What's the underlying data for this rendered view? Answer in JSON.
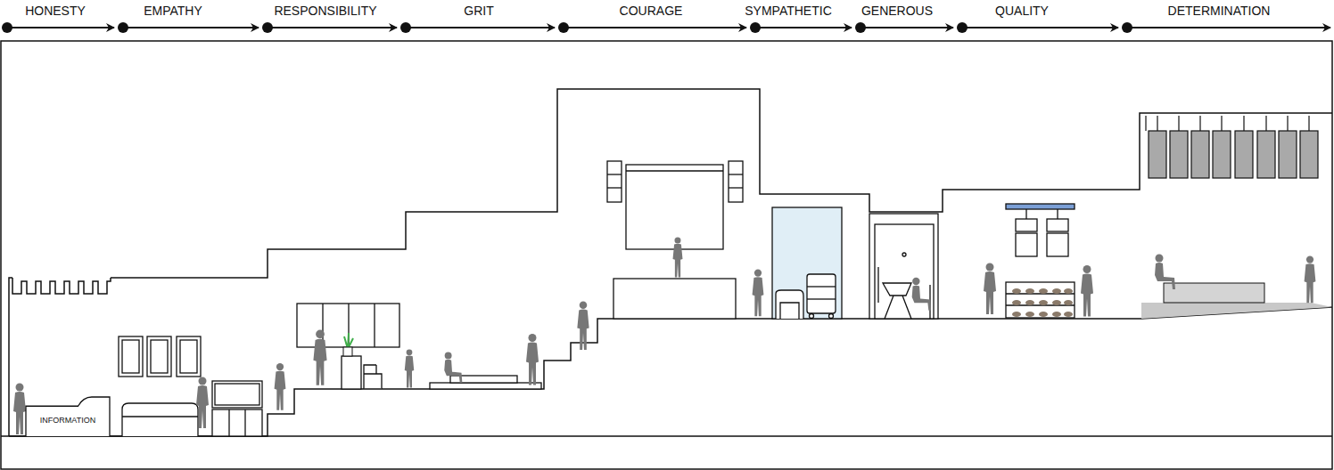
{
  "diagram": {
    "nodes": [
      {
        "text": [
          "INFORMATION"
        ]
      }
    ],
    "labels": [
      "HONESTY",
      "EMPATHY",
      "RESPONSIBILITY",
      "GRIT",
      "COURAGE",
      "SYMPATHETIC",
      "GENEROUS",
      "QUALITY",
      "DETERMINATION"
    ]
  }
}
